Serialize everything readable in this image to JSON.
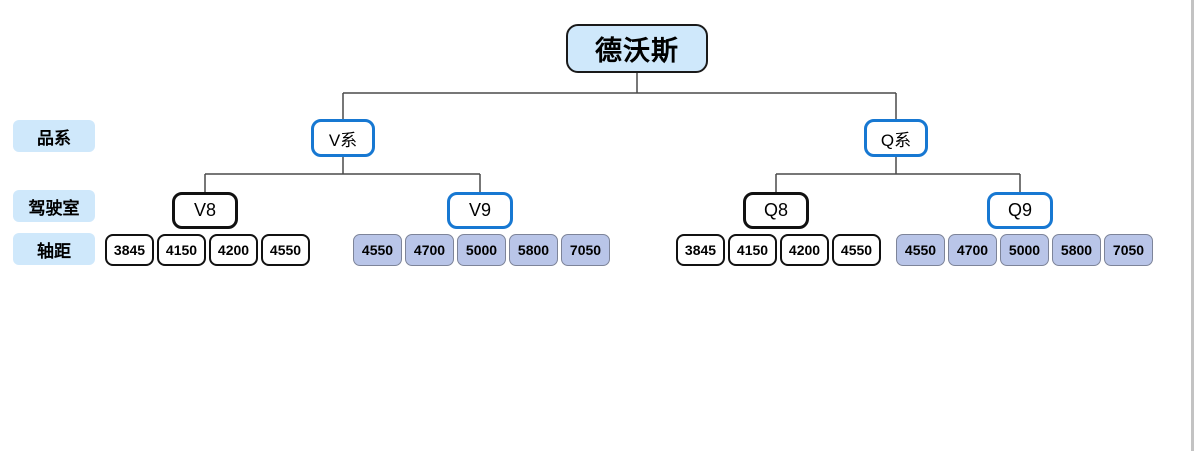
{
  "diagram": {
    "root": {
      "label": "德沃斯"
    },
    "row_labels": {
      "series": "品系",
      "cab": "驾驶室",
      "wheelbase": "轴距"
    },
    "series": [
      {
        "label": "V系",
        "cabs": [
          {
            "label": "V8",
            "wheelbases": [
              "3845",
              "4150",
              "4200",
              "4550"
            ]
          },
          {
            "label": "V9",
            "wheelbases": [
              "4550",
              "4700",
              "5000",
              "5800",
              "7050"
            ]
          }
        ]
      },
      {
        "label": "Q系",
        "cabs": [
          {
            "label": "Q8",
            "wheelbases": [
              "3845",
              "4150",
              "4200",
              "4550"
            ]
          },
          {
            "label": "Q9",
            "wheelbases": [
              "4550",
              "4700",
              "5000",
              "5800",
              "7050"
            ]
          }
        ]
      }
    ],
    "colors": {
      "light_blue_fill": "#cfe8fb",
      "blue_border": "#1778d2",
      "black_border": "#111111",
      "lavender_fill": "#b9c5e8",
      "lavender_border": "#7d8499",
      "connector": "#4a4a4a",
      "page_edge": "#c3c3c3"
    }
  }
}
